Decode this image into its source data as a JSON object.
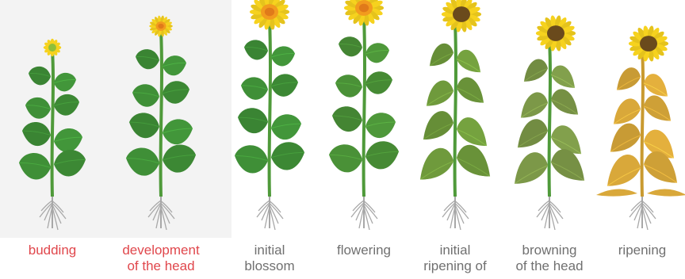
{
  "stages": [
    {
      "id": "budding",
      "label": "budding",
      "highlight": true,
      "leaf_color": "#3f8f37",
      "flower": "bud"
    },
    {
      "id": "development-of-the-head",
      "label": "development\nof the head",
      "highlight": true,
      "leaf_color": "#3f8f37",
      "flower": "small"
    },
    {
      "id": "initial-blossom",
      "label": "initial\nblossom",
      "highlight": false,
      "leaf_color": "#3f8f37",
      "flower": "bloom"
    },
    {
      "id": "flowering",
      "label": "flowering",
      "highlight": false,
      "leaf_color": "#4a9137",
      "flower": "bloom"
    },
    {
      "id": "initial-ripening",
      "label": "initial\nripening of",
      "highlight": false,
      "leaf_color": "#6f9a3c",
      "flower": "tilted"
    },
    {
      "id": "browning-of-the-head",
      "label": "browning\nof the head",
      "highlight": false,
      "leaf_color": "#7c9848",
      "flower": "brown"
    },
    {
      "id": "ripening",
      "label": "ripening",
      "highlight": false,
      "leaf_color": "#d9a83a",
      "flower": "brown"
    }
  ],
  "colors": {
    "highlight_label": "#e0474c",
    "normal_label": "#707070",
    "stem": "#4f9a3a",
    "petal": "#f6d21e",
    "disk_yellow": "#f29b1e",
    "disk_brown": "#6a4a1c",
    "root": "#a8a8a8",
    "shade": "#f3f3f3"
  }
}
